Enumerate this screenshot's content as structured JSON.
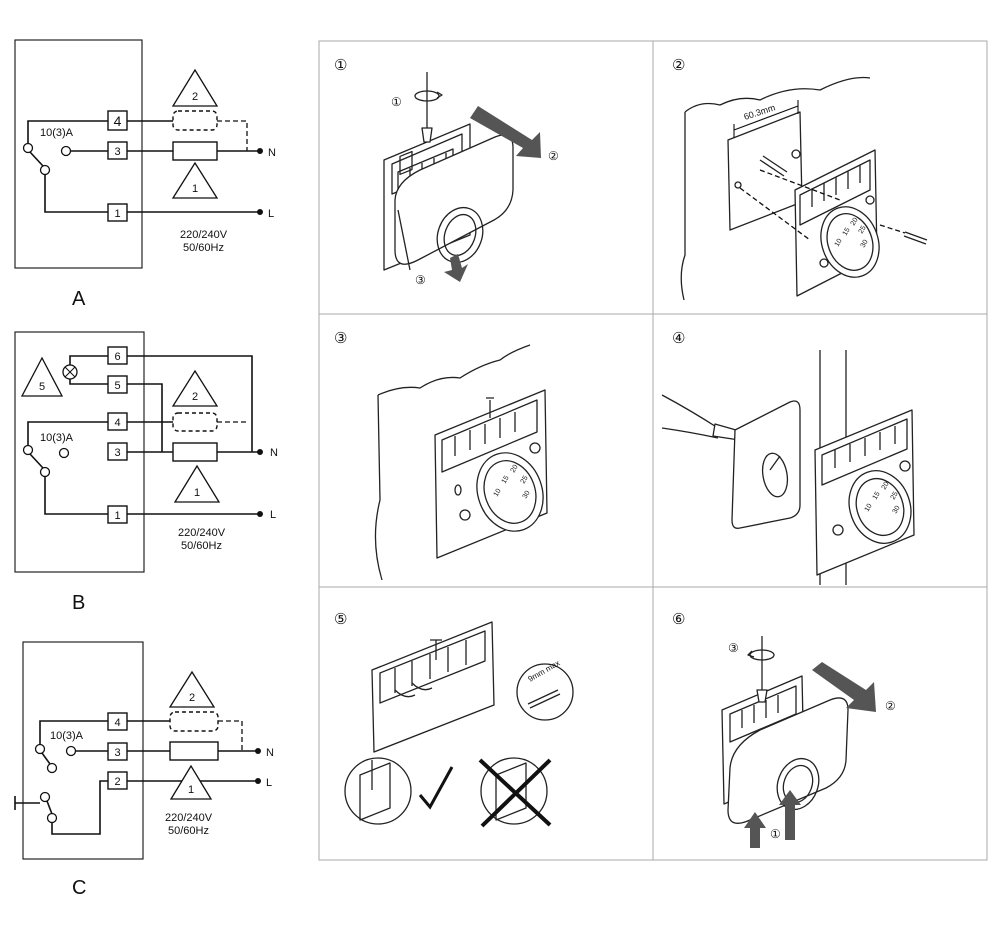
{
  "diagrams": {
    "A": {
      "label": "A",
      "rating": "10(3)A",
      "terminals": [
        "4",
        "3",
        "1"
      ],
      "neutral": "N",
      "live": "L",
      "voltage": "220/240V",
      "frequency": "50/60Hz",
      "markers": [
        "2",
        "1"
      ]
    },
    "B": {
      "label": "B",
      "rating": "10(3)A",
      "terminals": [
        "6",
        "5",
        "4",
        "3",
        "1"
      ],
      "neutral": "N",
      "live": "L",
      "voltage": "220/240V",
      "frequency": "50/60Hz",
      "markers": [
        "5",
        "2",
        "1"
      ]
    },
    "C": {
      "label": "C",
      "rating": "10(3)A",
      "terminals": [
        "4",
        "3",
        "2"
      ],
      "neutral": "N",
      "live": "L",
      "voltage": "220/240V",
      "frequency": "50/60Hz",
      "markers": [
        "2",
        "1"
      ]
    }
  },
  "steps": [
    {
      "number": "①",
      "callouts": [
        "①",
        "②",
        "③"
      ]
    },
    {
      "number": "②",
      "dimension": "60.3mm",
      "dial_marks": [
        "10",
        "15",
        "20",
        "25",
        "30"
      ]
    },
    {
      "number": "③",
      "dial_marks": [
        "10",
        "15",
        "20",
        "25",
        "30"
      ]
    },
    {
      "number": "④",
      "dial_marks": [
        "10",
        "15",
        "20",
        "25",
        "30"
      ]
    },
    {
      "number": "⑤",
      "strip_label": "9mm max"
    },
    {
      "number": "⑥",
      "callouts": [
        "①",
        "②",
        "③"
      ]
    }
  ]
}
